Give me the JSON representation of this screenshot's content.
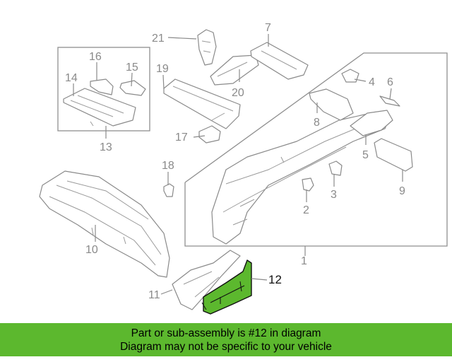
{
  "diagram": {
    "labels": {
      "p1": "1",
      "p2": "2",
      "p3": "3",
      "p4": "4",
      "p5": "5",
      "p6": "6",
      "p7": "7",
      "p8": "8",
      "p9": "9",
      "p10": "10",
      "p11": "11",
      "p12": "12",
      "p13": "13",
      "p14": "14",
      "p15": "15",
      "p16": "16",
      "p17": "17",
      "p18": "18",
      "p19": "19",
      "p20": "20",
      "p21": "21"
    },
    "highlight_color": "#5cb82e"
  },
  "banner": {
    "line1": "Part or sub-assembly is #12 in diagram",
    "line2": "Diagram may not be specific to your vehicle"
  }
}
